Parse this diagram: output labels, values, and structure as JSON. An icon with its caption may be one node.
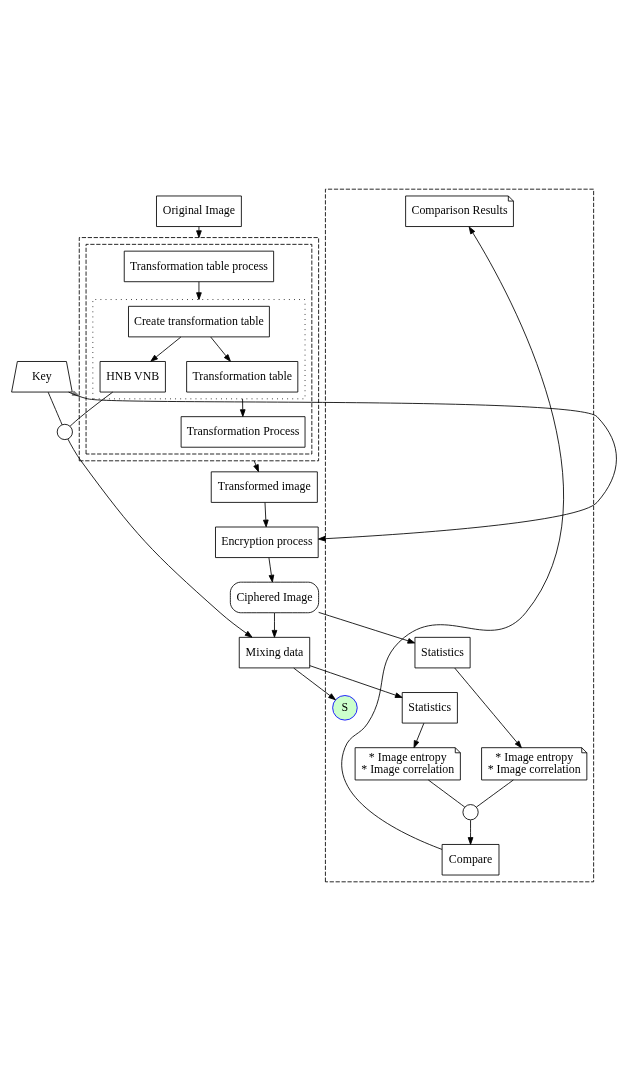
{
  "diagram": {
    "nodes": [
      {
        "text": [
          "Original Image"
        ]
      },
      {
        "text": [],
        "shape": "box"
      },
      {
        "text": [],
        "shape": "box",
        "in": 1
      },
      {
        "text": [
          "Transformation table process"
        ],
        "in": 2
      },
      {
        "text": [],
        "shape": "box",
        "in": 2
      },
      {
        "text": [
          "Create transformation table"
        ],
        "in": 4
      },
      {
        "text": [
          "HNB VNB"
        ],
        "in": 4
      },
      {
        "text": [
          "Transformation table"
        ],
        "in": 4
      },
      {
        "text": [
          "Transformation Process"
        ],
        "in": 2
      },
      {
        "text": [
          "Transformed image"
        ]
      },
      {
        "text": [
          "Encryption process"
        ]
      },
      {
        "text": [
          "Key"
        ]
      },
      {
        "text": [],
        "shape": "circle"
      },
      {
        "text": [
          "Ciphered Image"
        ]
      },
      {
        "text": [
          "Mixing data"
        ]
      },
      {
        "text": [],
        "shape": "box"
      },
      {
        "text": [
          "Statistics"
        ],
        "in": 15
      },
      {
        "text": [
          "Statistics"
        ],
        "in": 15
      },
      {
        "text": [
          "* Image entropy",
          "* Image correlation"
        ],
        "in": 15
      },
      {
        "text": [
          "* Image entropy",
          "* Image correlation"
        ],
        "in": 15
      },
      {
        "text": [],
        "shape": "circle",
        "in": 15
      },
      {
        "text": [
          "Comparison Results"
        ],
        "in": 15
      },
      {
        "text": [
          "Compare"
        ],
        "in": 15
      },
      {
        "text": [
          "S"
        ],
        "in": 15
      }
    ],
    "edges": [
      {
        "from": 0,
        "to": 1,
        "arrow": "to"
      },
      {
        "from": 3,
        "to": 4,
        "arrow": "to"
      },
      {
        "from": 5,
        "to": 6,
        "arrow": "to"
      },
      {
        "from": 5,
        "to": 7,
        "arrow": "to"
      },
      {
        "from": 4,
        "to": 8,
        "arrow": "to"
      },
      {
        "from": 1,
        "to": 9,
        "arrow": "to"
      },
      {
        "from": 9,
        "to": 10,
        "arrow": "to"
      },
      {
        "from": 11,
        "to": 10,
        "arrow": "to"
      },
      {
        "from": 11,
        "to": 1,
        "arrow": "to",
        "color": "#808080"
      },
      {
        "from": 6,
        "to": 12,
        "arrow": "none"
      },
      {
        "from": 11,
        "to": 12,
        "arrow": "none"
      },
      {
        "from": 12,
        "to": 14,
        "arrow": "to"
      },
      {
        "from": 10,
        "to": 13,
        "arrow": "to"
      },
      {
        "from": 13,
        "to": 14,
        "arrow": "to"
      },
      {
        "from": 13,
        "to": 16,
        "arrow": "to"
      },
      {
        "from": 14,
        "to": 17,
        "arrow": "to"
      },
      {
        "from": 14,
        "to": 23,
        "arrow": "to"
      },
      {
        "from": 16,
        "to": 18,
        "arrow": "to"
      },
      {
        "from": 17,
        "to": 19,
        "arrow": "to"
      },
      {
        "from": 18,
        "to": 20,
        "arrow": "none"
      },
      {
        "from": 19,
        "to": 20,
        "arrow": "none"
      },
      {
        "from": 20,
        "to": 22,
        "arrow": "to"
      },
      {
        "from": 22,
        "to": 21,
        "arrow": "to"
      }
    ]
  }
}
